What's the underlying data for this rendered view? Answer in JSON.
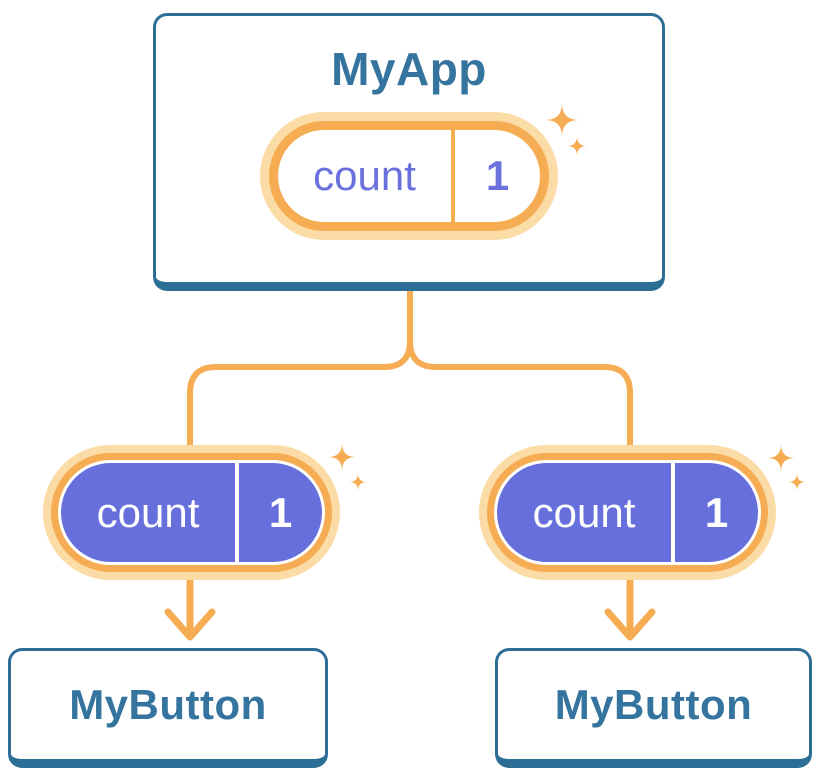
{
  "diagram": {
    "root": {
      "title": "MyApp",
      "state": {
        "name": "count",
        "value": "1"
      }
    },
    "children": [
      {
        "title": "MyButton",
        "prop": {
          "name": "count",
          "value": "1"
        }
      },
      {
        "title": "MyButton",
        "prop": {
          "name": "count",
          "value": "1"
        }
      }
    ],
    "colors": {
      "card_border_blue": "#2D6E96",
      "label_blue": "#35749E",
      "accent_orange": "#F5AC52",
      "halo_orange": "#FBDCA6",
      "pill_purple": "#666FDB",
      "value_purple": "#6A70DC",
      "background": "#FFFFFF"
    }
  }
}
